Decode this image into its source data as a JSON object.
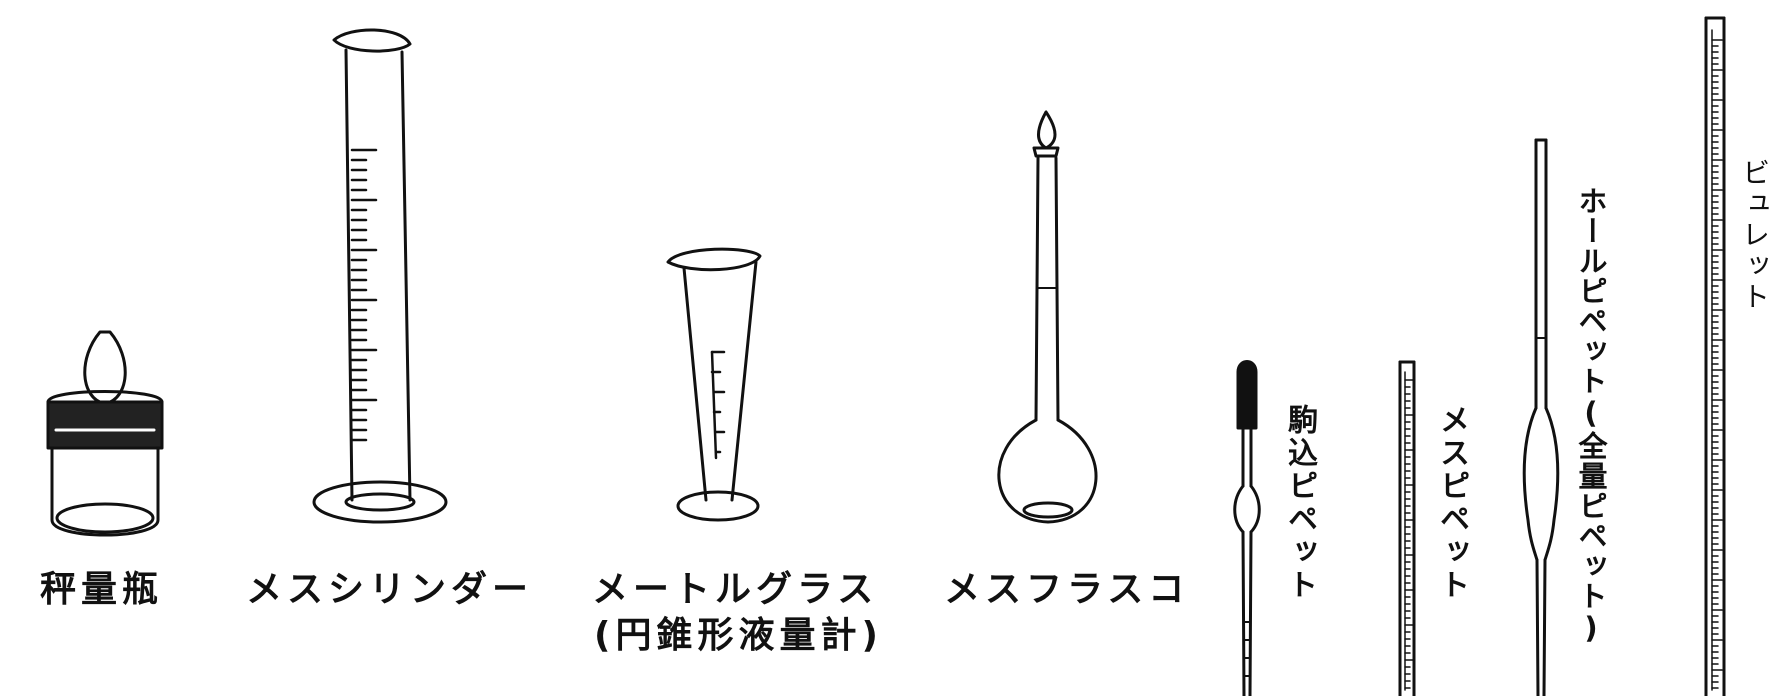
{
  "labels": {
    "weighing_bottle": "秤量瓶",
    "measuring_cylinder": "メスシリンダー",
    "metre_glass_line1": "メートルグラス",
    "metre_glass_line2": "(円錐形液量計)",
    "volumetric_flask": "メスフラスコ",
    "komagome_pipette": "駒込ピペット",
    "measuring_pipette": "メスピペット",
    "whole_pipette": "ホールピペット(全量ピペット)",
    "burette": "ビュレット"
  }
}
